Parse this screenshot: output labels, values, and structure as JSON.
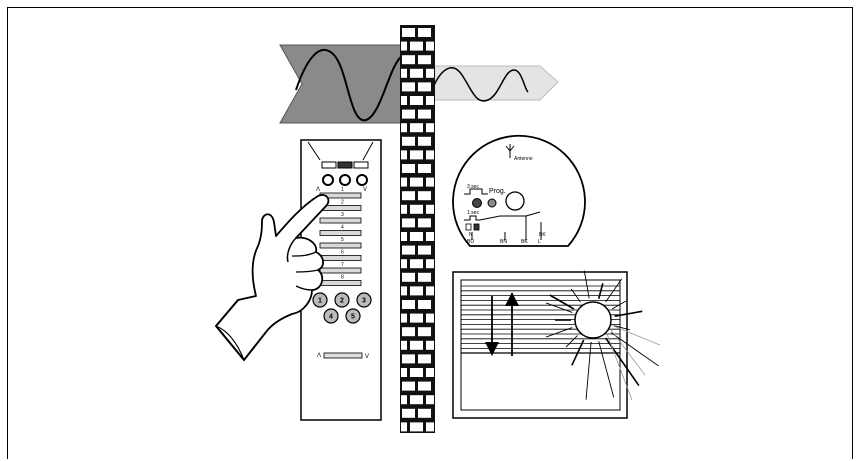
{
  "remote": {
    "channels": [
      "1",
      "2",
      "3",
      "4",
      "5",
      "6",
      "7",
      "8"
    ],
    "group_buttons": [
      "1",
      "2",
      "3",
      "4",
      "5"
    ],
    "arrow_up": "Λ",
    "arrow_down": "V"
  },
  "receiver": {
    "antenna_label": "Antenne",
    "prog_label": "Prog.",
    "top_label": "3 sec",
    "side_label": "1 sec",
    "terminals": [
      "N",
      "BU",
      "BN",
      "BK",
      "L",
      "BK"
    ]
  },
  "icons": [
    "hand-pointer-icon",
    "remote-control-icon",
    "brick-wall-icon",
    "radio-wave-arrow-icon",
    "receiver-module-icon",
    "window-blind-sun-icon"
  ]
}
